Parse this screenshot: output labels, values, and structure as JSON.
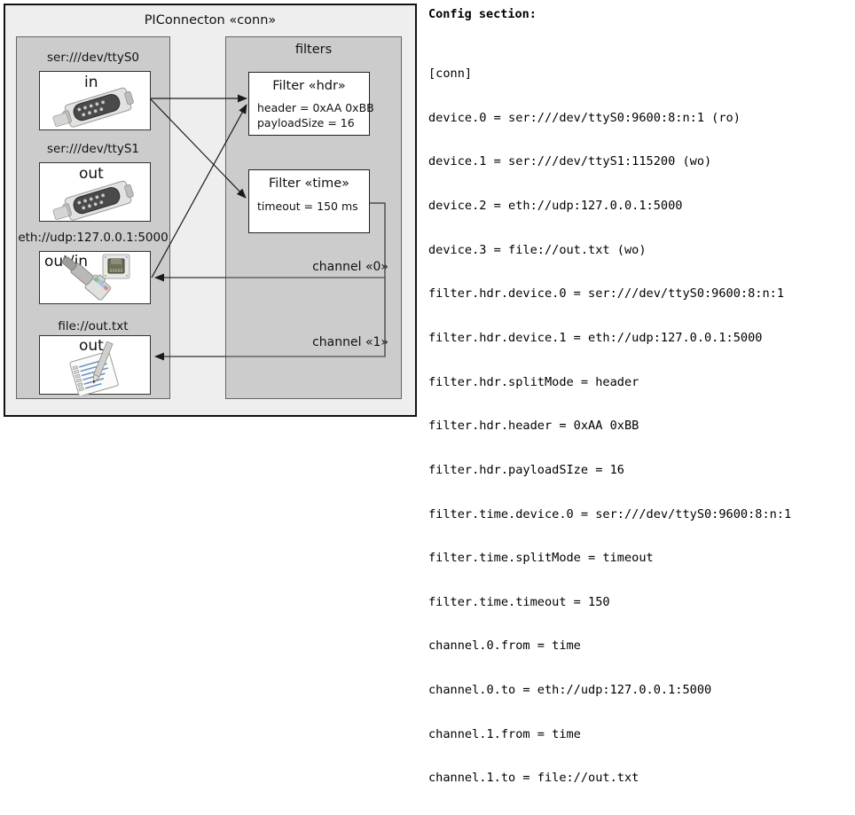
{
  "diagram": {
    "outer_title": "PIConnecton «conn»",
    "panels": {
      "devices_title": "",
      "filters_title": "filters"
    },
    "devices": [
      {
        "label": "ser:///dev/ttyS0",
        "io": "in",
        "icon": "serial-port-icon"
      },
      {
        "label": "ser:///dev/ttyS1",
        "io": "out",
        "icon": "serial-port-icon"
      },
      {
        "label": "eth://udp:127.0.0.1:5000",
        "io": "out/in",
        "icon": "ethernet-icon"
      },
      {
        "label": "file://out.txt",
        "io": "out",
        "icon": "document-icon"
      }
    ],
    "filters": [
      {
        "title": "Filter «hdr»",
        "attrs": [
          "header = 0xAA 0xBB",
          "payloadSize = 16"
        ]
      },
      {
        "title": "Filter «time»",
        "attrs": [
          "timeout = 150 ms"
        ]
      }
    ],
    "channels": [
      {
        "label": "channel «0»"
      },
      {
        "label": "channel «1»"
      }
    ]
  },
  "config": {
    "heading": "Config section:",
    "lines": [
      "[conn]",
      "device.0 = ser:///dev/ttyS0:9600:8:n:1 (ro)",
      "device.1 = ser:///dev/ttyS1:115200 (wo)",
      "device.2 = eth://udp:127.0.0.1:5000",
      "device.3 = file://out.txt (wo)",
      "filter.hdr.device.0 = ser:///dev/ttyS0:9600:8:n:1",
      "filter.hdr.device.1 = eth://udp:127.0.0.1:5000",
      "filter.hdr.splitMode = header",
      "filter.hdr.header = 0xAA 0xBB",
      "filter.hdr.payloadSIze = 16",
      "filter.time.device.0 = ser:///dev/ttyS0:9600:8:n:1",
      "filter.time.splitMode = timeout",
      "filter.time.timeout = 150",
      "channel.0.from = time",
      "channel.0.to = eth://udp:127.0.0.1:5000",
      "channel.1.from = time",
      "channel.1.to = file://out.txt"
    ]
  },
  "colors": {
    "outer_fill": "#eeeeee",
    "panel_fill": "#cccccc",
    "box_fill": "#ffffff",
    "line": "#333333"
  }
}
